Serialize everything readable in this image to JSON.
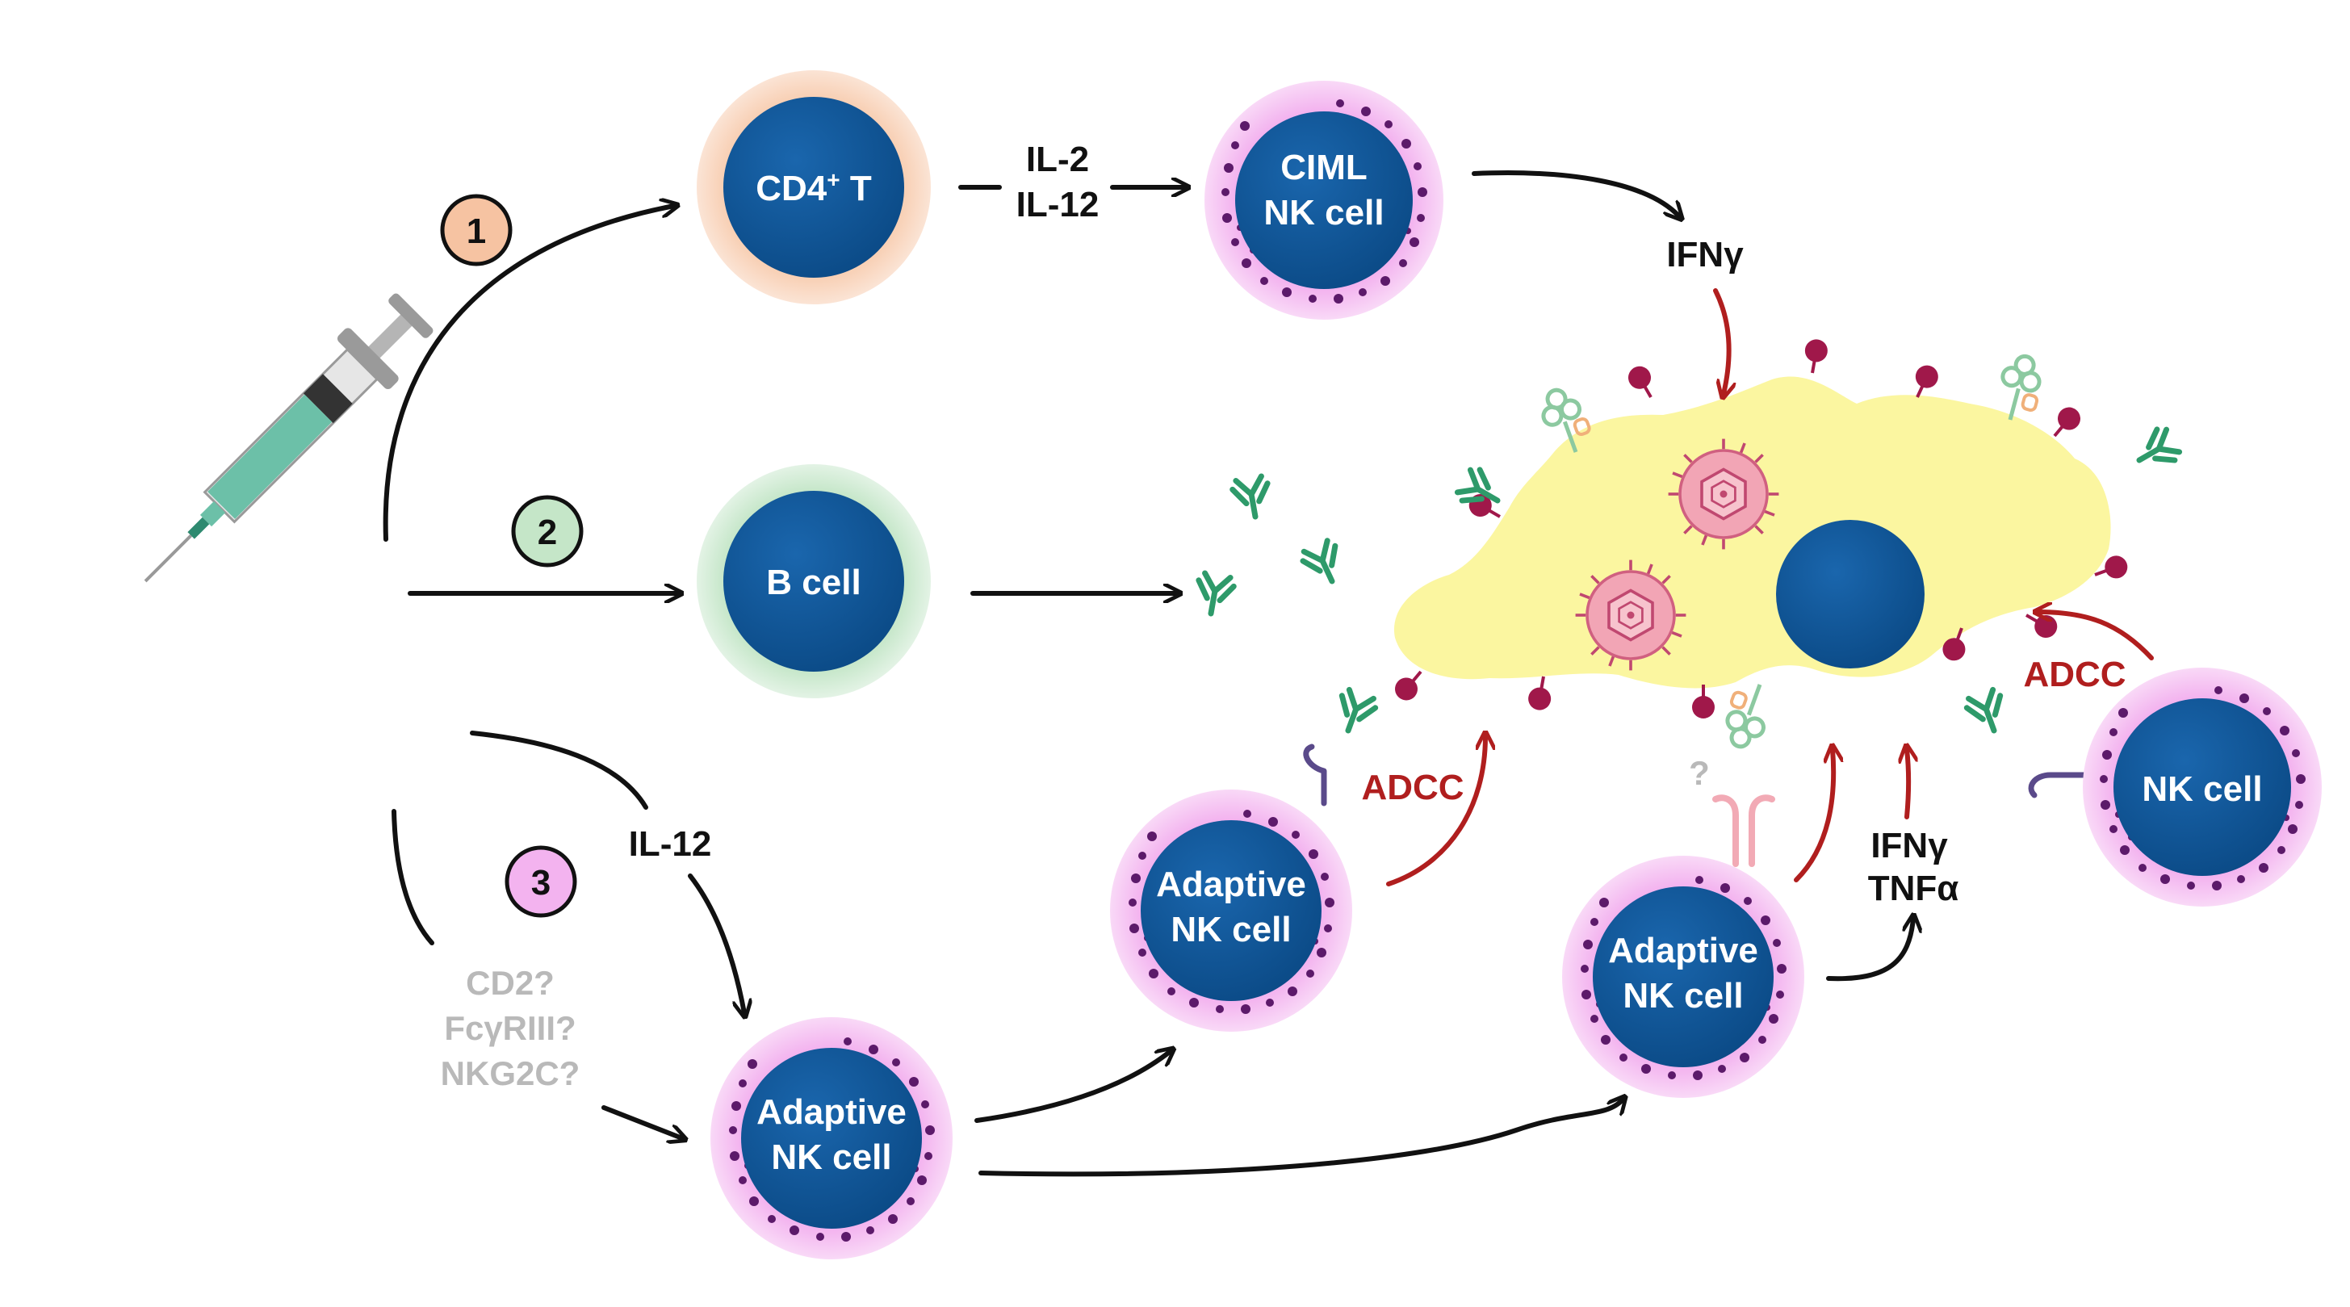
{
  "steps": [
    "1",
    "2",
    "3"
  ],
  "cells": {
    "cd4_t": {
      "line1": "CD4",
      "sup": "+",
      "line2": " T"
    },
    "ciml_nk": {
      "line1": "CIML",
      "line2": "NK cell"
    },
    "b_cell": {
      "line1": "B cell"
    },
    "adaptive_nk_bottom": {
      "line1": "Adaptive",
      "line2": "NK cell"
    },
    "adaptive_nk_mid": {
      "line1": "Adaptive",
      "line2": "NK cell"
    },
    "adaptive_nk_right": {
      "line1": "Adaptive",
      "line2": "NK cell"
    },
    "nk_cell": {
      "line1": "NK cell"
    }
  },
  "labels": {
    "il2": "IL-2",
    "il12_top": "IL-12",
    "ifng_top": "IFNγ",
    "il12_mid": "IL-12",
    "cd2": "CD2?",
    "fcgriii": "FcγRIII?",
    "nkg2c": "NKG2C?",
    "adcc_left": "ADCC",
    "adcc_right": "ADCC",
    "ifng_bottom": "IFNγ",
    "tnfa": "TNFα",
    "question": "?"
  },
  "colors": {
    "nucleus": "#0f5699",
    "cd4_ring": "#f6c3a2",
    "b_ring": "#c5e6c8",
    "nk_ring": "#f3b3ef",
    "granule": "#5c1a6a",
    "target_cell": "#fbf6a0",
    "antibody": "#2e9a6a",
    "antigen": "#a0184a",
    "virus": "#e0708a",
    "red_arrow": "#b01e1e"
  }
}
